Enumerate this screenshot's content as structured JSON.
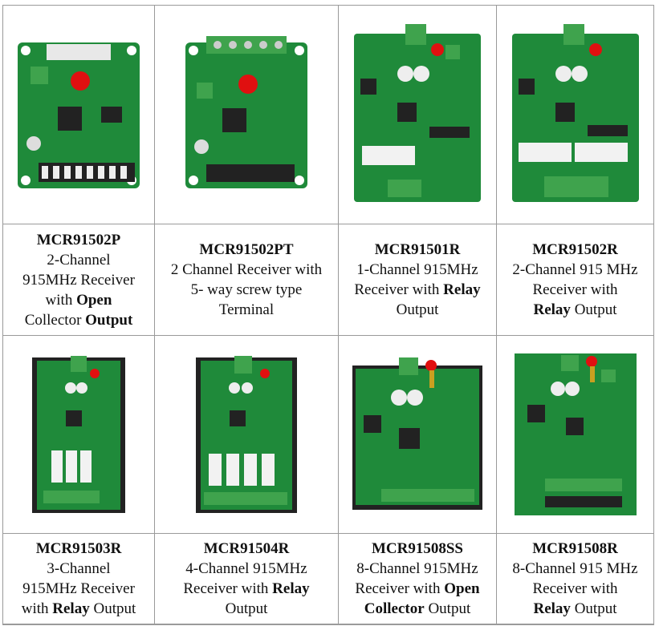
{
  "products": [
    {
      "model": "MCR91502P",
      "desc_parts": [
        [
          "2-Channel",
          ""
        ],
        [
          "915MHz Receiver",
          ""
        ],
        [
          "with ",
          "Open"
        ],
        [
          "Collector",
          " Output"
        ]
      ]
    },
    {
      "model": "MCR91502PT",
      "desc_parts": [
        [
          "2 Channel Receiver with",
          ""
        ],
        [
          "5- way screw type",
          ""
        ],
        [
          "Terminal",
          ""
        ]
      ]
    },
    {
      "model": "MCR91501R",
      "desc_parts": [
        [
          "1-Channel 915MHz",
          ""
        ],
        [
          "Receiver with ",
          "Relay"
        ],
        [
          "Output",
          ""
        ]
      ]
    },
    {
      "model": "MCR91502R",
      "desc_parts": [
        [
          "2-Channel 915 MHz",
          ""
        ],
        [
          "Receiver with",
          ""
        ],
        [
          "",
          "Relay",
          " Output"
        ]
      ]
    },
    {
      "model": "MCR91503R",
      "desc_parts": [
        [
          "3-Channel",
          ""
        ],
        [
          "915MHz Receiver",
          ""
        ],
        [
          "with ",
          "Relay",
          " Output"
        ]
      ]
    },
    {
      "model": "MCR91504R",
      "desc_parts": [
        [
          "4-Channel 915MHz",
          ""
        ],
        [
          "Receiver with ",
          "Relay"
        ],
        [
          "Output",
          ""
        ]
      ]
    },
    {
      "model": "MCR91508SS",
      "desc_parts": [
        [
          "8-Channel 915MHz",
          ""
        ],
        [
          "Receiver with ",
          "Open"
        ],
        [
          "",
          "Collector",
          " Output"
        ]
      ]
    },
    {
      "model": "MCR91508R",
      "desc_parts": [
        [
          "8-Channel 915 MHz",
          ""
        ],
        [
          "Receiver with",
          ""
        ],
        [
          "",
          "Relay",
          " Output"
        ]
      ]
    }
  ],
  "colors": {
    "pcb": "#1f8a3a",
    "pcb_dark": "#166b2c",
    "terminal": "#3fa34d",
    "led": "#e01010"
  }
}
